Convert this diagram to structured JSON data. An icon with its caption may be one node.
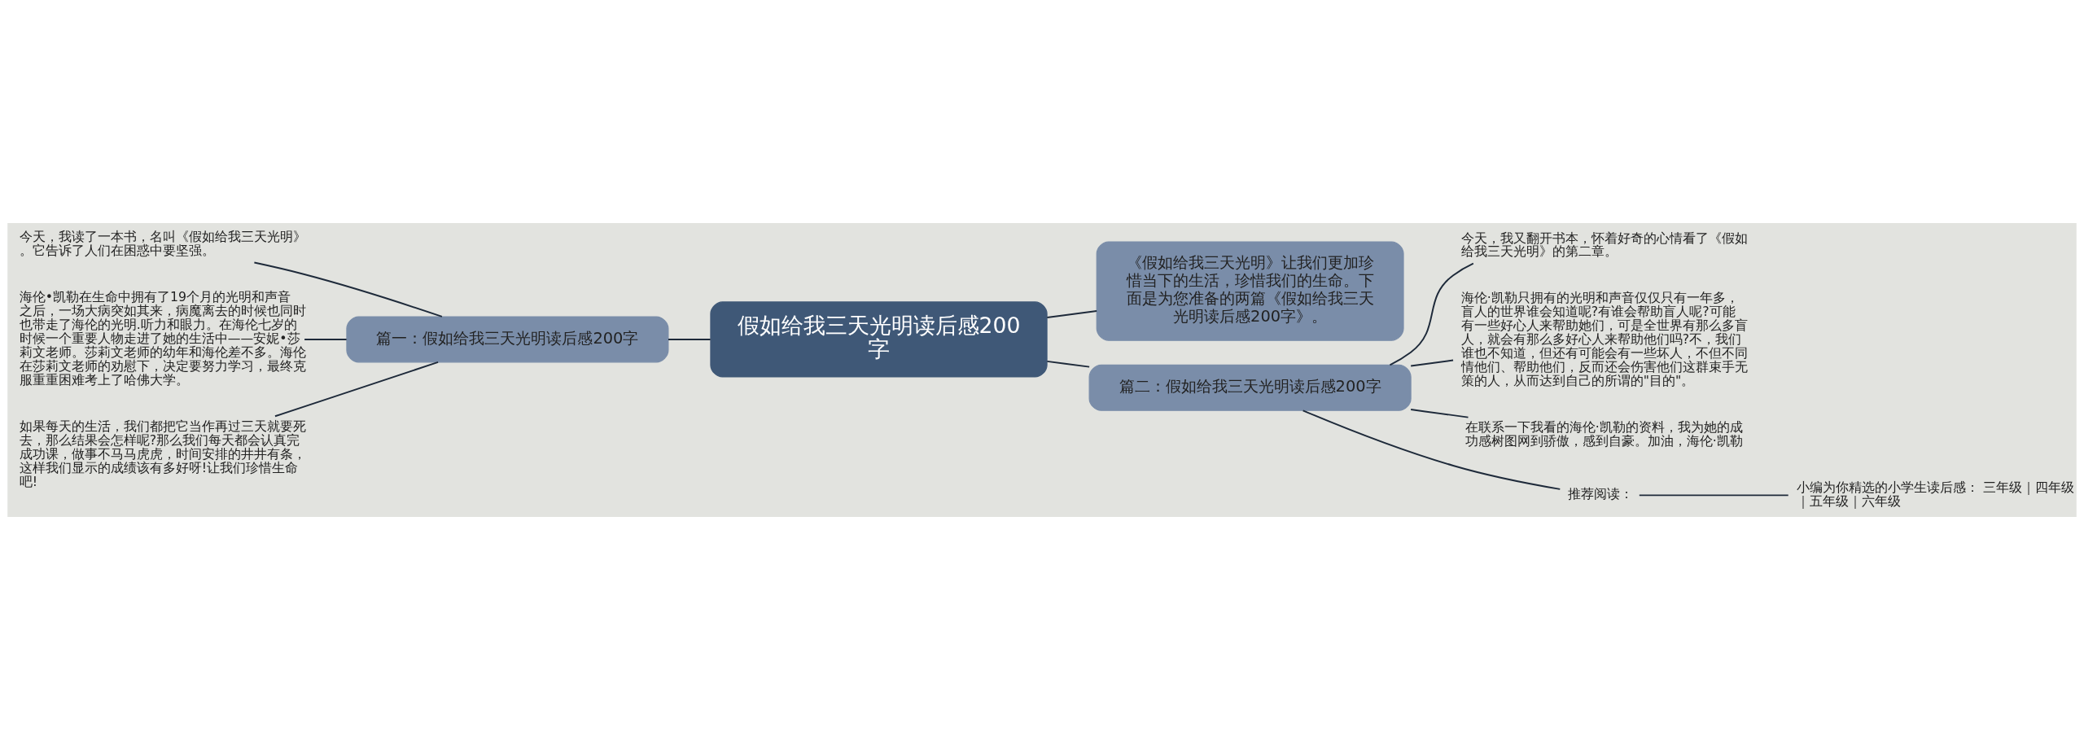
{
  "diagram": {
    "nodes": [
      {
        "text": [
          "假如给我三天光明读后感200字"
        ]
      },
      {
        "text": [
          "《假如给我三天光明》让我们更加珍惜当下的生活，珍惜我们的生命。下面是为您准备的两篇《假如给我三天光明读后感200字》。"
        ]
      },
      {
        "text": [
          "篇一：假如给我三天光明读后感200字"
        ]
      },
      {
        "text": [
          "今天，我读了一本书，名叫《假如给我三天光明》。它告诉了人们在困惑中要坚强。"
        ]
      },
      {
        "text": [
          "海伦•凯勒在生命中拥有了19个月的光明和声音之后，一场大病突如其来，病魔离去的时候也同时也带走了海伦的光明.听力和眼力。在海伦七岁的时候一个重要人物走进了她的生活中——安妮•莎莉文老师。莎莉文老师的幼年和海伦差不多。海伦在莎莉文老师的劝慰下，决定要努力学习，最终克服重重困难考上了哈佛大学。"
        ]
      },
      {
        "text": [
          "如果每天的生活，我们都把它当作再过三天就要死去，那么结果会怎样呢?那么我们每天都会认真完成功课，做事不马马虎虎，时间安排的井井有条，这样我们显示的成绩该有多好呀!让我们珍惜生命吧!"
        ]
      },
      {
        "text": [
          "篇二：假如给我三天光明读后感200字"
        ]
      },
      {
        "text": [
          "今天，我又翻开书本，怀着好奇的心情看了《假如给我三天光明》的第二章。"
        ]
      },
      {
        "text": [
          "海伦·凯勒只拥有的光明和声音仅仅只有一年多，盲人的世界谁会知道呢?有谁会帮助盲人呢?可能有一些好心人来帮助她们，可是全世界有那么多盲人，就会有那么多好心人来帮助他们吗?不，我们谁也不知道，但还有可能会有一些坏人，不但不同情他们、帮助他们，反而还会伤害他们这群束手无策的人，从而达到自己的所谓的\"目的\"。"
        ]
      },
      {
        "text": [
          "在联系一下我看的海伦·凯勒的资料，我为她的成功感树图网到骄傲，感到自豪。加油，海伦·凯勒"
        ]
      },
      {
        "text": [
          "推荐阅读："
        ]
      },
      {
        "text": [
          "小编为你精选的小学生读后感： 三年级｜四年级｜五年级｜六年级"
        ]
      }
    ],
    "edges": [
      {
        "from": 0,
        "to": 1,
        "arrow": "none"
      },
      {
        "from": 0,
        "to": 2,
        "arrow": "none"
      },
      {
        "from": 0,
        "to": 6,
        "arrow": "none"
      },
      {
        "from": 2,
        "to": 3,
        "arrow": "none"
      },
      {
        "from": 2,
        "to": 4,
        "arrow": "none"
      },
      {
        "from": 2,
        "to": 5,
        "arrow": "none"
      },
      {
        "from": 6,
        "to": 7,
        "arrow": "none"
      },
      {
        "from": 6,
        "to": 8,
        "arrow": "none"
      },
      {
        "from": 6,
        "to": 9,
        "arrow": "none"
      },
      {
        "from": 6,
        "to": 10,
        "arrow": "none"
      },
      {
        "from": 10,
        "to": 11,
        "arrow": "none"
      }
    ]
  }
}
